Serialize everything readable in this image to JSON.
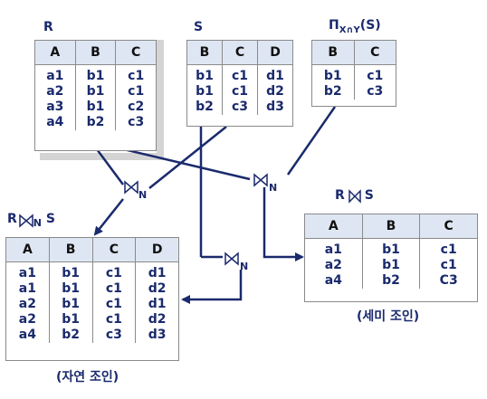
{
  "labels": {
    "r": "R",
    "s": "S",
    "proj": "ΠX∩Y(S)",
    "natural_title": "R ⋈N S",
    "semi_title": "R ⋉ S",
    "natural_caption": "(자연 조인)",
    "semi_caption": "(세미 조인)",
    "join_symbol": "⋈",
    "join_sub": "N"
  },
  "tables": {
    "r": {
      "headers": [
        "A",
        "B",
        "C"
      ],
      "columns": [
        [
          "a1",
          "a2",
          "a3",
          "a4"
        ],
        [
          "b1",
          "b1",
          "b1",
          "b2"
        ],
        [
          "c1",
          "c1",
          "c2",
          "c3"
        ]
      ]
    },
    "s": {
      "headers": [
        "B",
        "C",
        "D"
      ],
      "columns": [
        [
          "b1",
          "b1",
          "b2"
        ],
        [
          "c1",
          "c1",
          "c3"
        ],
        [
          "d1",
          "d2",
          "d3"
        ]
      ]
    },
    "proj": {
      "headers": [
        "B",
        "C"
      ],
      "columns": [
        [
          "b1",
          "b2"
        ],
        [
          "c1",
          "c3"
        ]
      ]
    },
    "natural": {
      "headers": [
        "A",
        "B",
        "C",
        "D"
      ],
      "columns": [
        [
          "a1",
          "a1",
          "a2",
          "a2",
          "a4"
        ],
        [
          "b1",
          "b1",
          "b1",
          "b1",
          "b2"
        ],
        [
          "c1",
          "c1",
          "c1",
          "c1",
          "c3"
        ],
        [
          "d1",
          "d2",
          "d1",
          "d2",
          "d3"
        ]
      ]
    },
    "semi": {
      "headers": [
        "A",
        "B",
        "C"
      ],
      "columns": [
        [
          "a1",
          "a2",
          "a4"
        ],
        [
          "b1",
          "b1",
          "b2"
        ],
        [
          "c1",
          "c1",
          "C3"
        ]
      ]
    }
  },
  "colors": {
    "line": "#1a2a6c",
    "header_bg": "#dfe6f3",
    "shadow": "#d4d4d4"
  }
}
